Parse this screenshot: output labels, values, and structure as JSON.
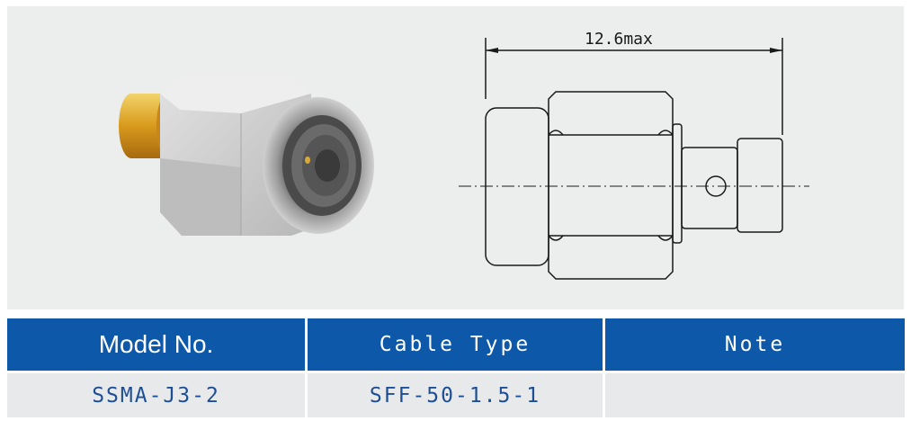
{
  "figure": {
    "photo_icon": "sma-plug-photo",
    "drawing_icon": "connector-technical-drawing",
    "dimension_label": "12.6max"
  },
  "table": {
    "headers": [
      "Model No.",
      "Cable Type",
      "Note"
    ],
    "rows": [
      [
        "SSMA-J3-2",
        "SFF-50-1.5-1",
        ""
      ]
    ]
  },
  "colors": {
    "header_bg": "#0d58a8",
    "header_text": "#ffffff",
    "cell_bg": "#e8e9ea",
    "cell_text": "#1d4f96",
    "panel_bg": "#eceded"
  }
}
